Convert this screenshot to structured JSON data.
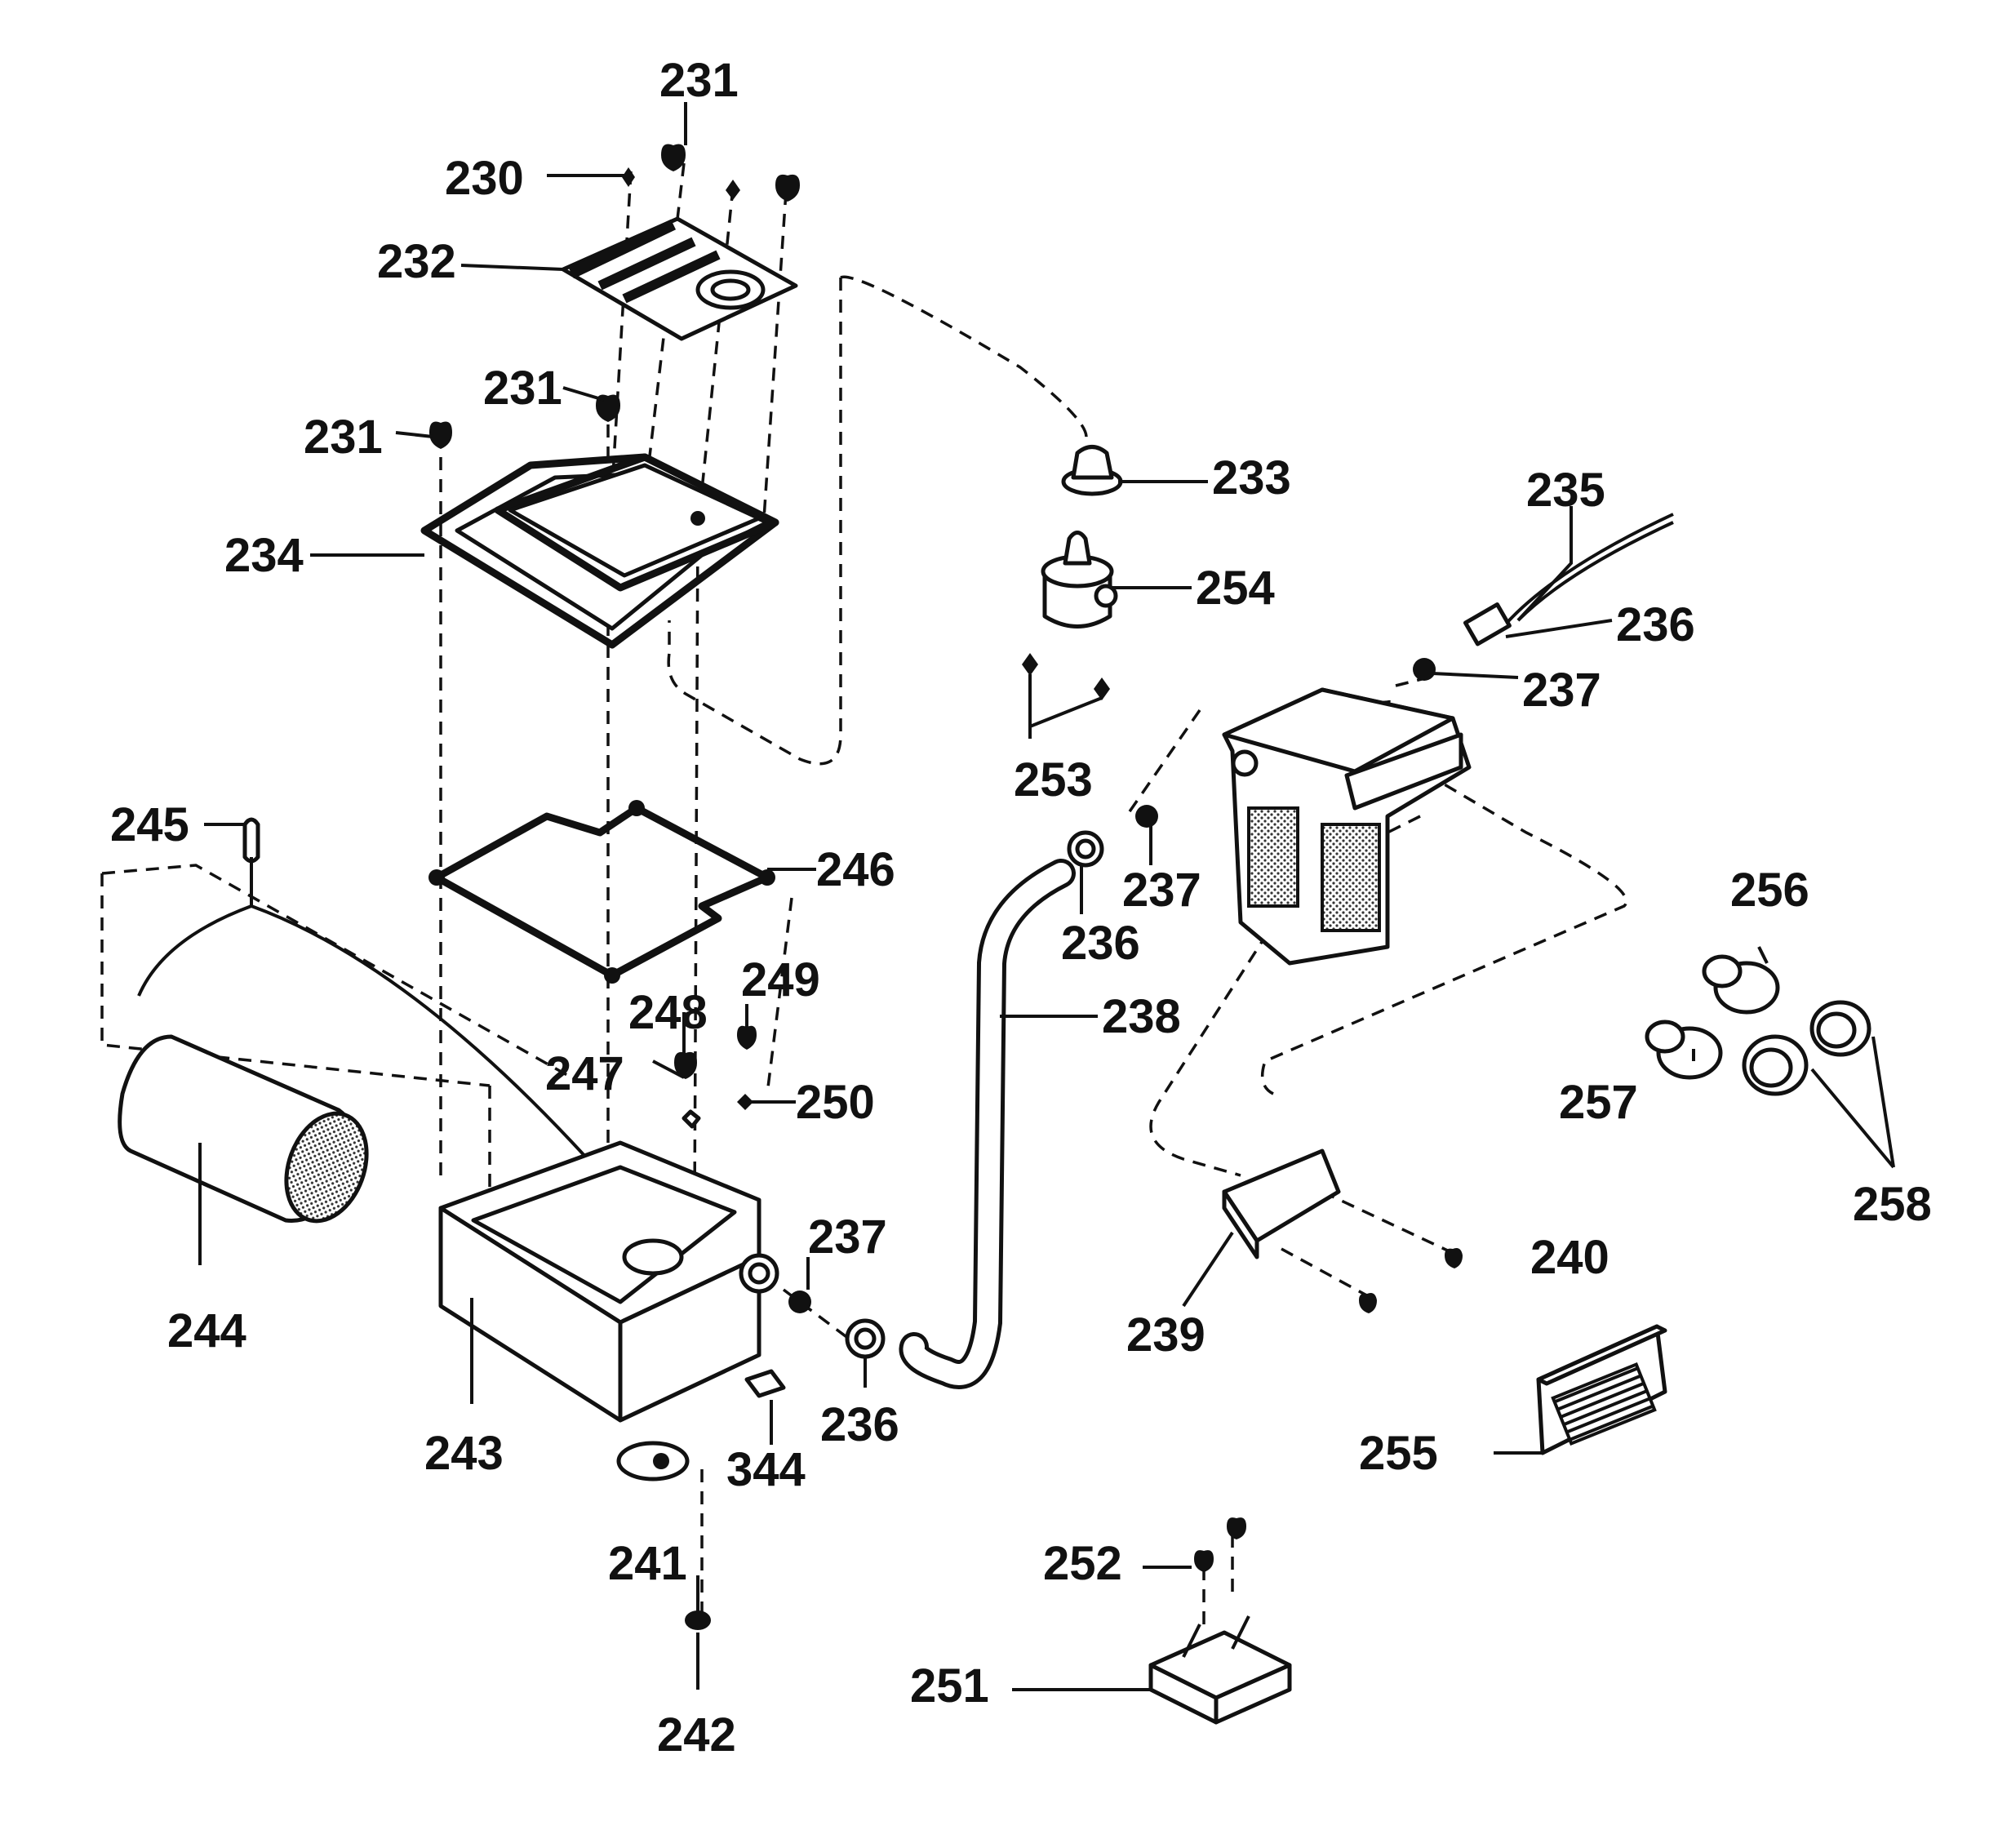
{
  "labels": {
    "l230": "230",
    "l231a": "231",
    "l231b": "231",
    "l231c": "231",
    "l232": "232",
    "l233": "233",
    "l234": "234",
    "l235": "235",
    "l236a": "236",
    "l236b": "236",
    "l236c": "236",
    "l237a": "237",
    "l237b": "237",
    "l237c": "237",
    "l238": "238",
    "l239": "239",
    "l240": "240",
    "l241": "241",
    "l242": "242",
    "l243": "243",
    "l244": "244",
    "l245": "245",
    "l246": "246",
    "l247": "247",
    "l248": "248",
    "l249": "249",
    "l250": "250",
    "l251": "251",
    "l252": "252",
    "l253": "253",
    "l254": "254",
    "l255": "255",
    "l256": "256",
    "l257": "257",
    "l258": "258",
    "l344": "344"
  }
}
